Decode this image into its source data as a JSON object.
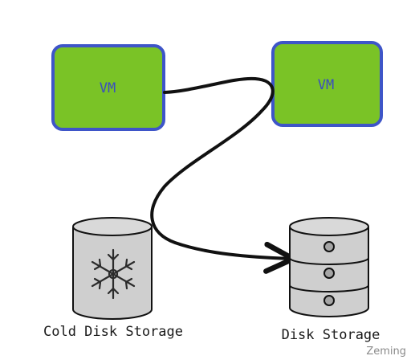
{
  "nodes": {
    "vm_left": {
      "label": "VM"
    },
    "vm_right": {
      "label": "VM"
    },
    "cold_storage": {
      "label": "Cold Disk Storage",
      "icon": "snowflake-icon"
    },
    "disk_storage": {
      "label": "Disk Storage",
      "icon": "disk-stack-icon"
    }
  },
  "watermark": "Zeming",
  "colors": {
    "vm_fill": "#7ac326",
    "vm_border": "#3e55c8",
    "vm_text": "#3b4fbf",
    "cylinder_fill": "#cfcfcf",
    "stroke": "#111111"
  }
}
